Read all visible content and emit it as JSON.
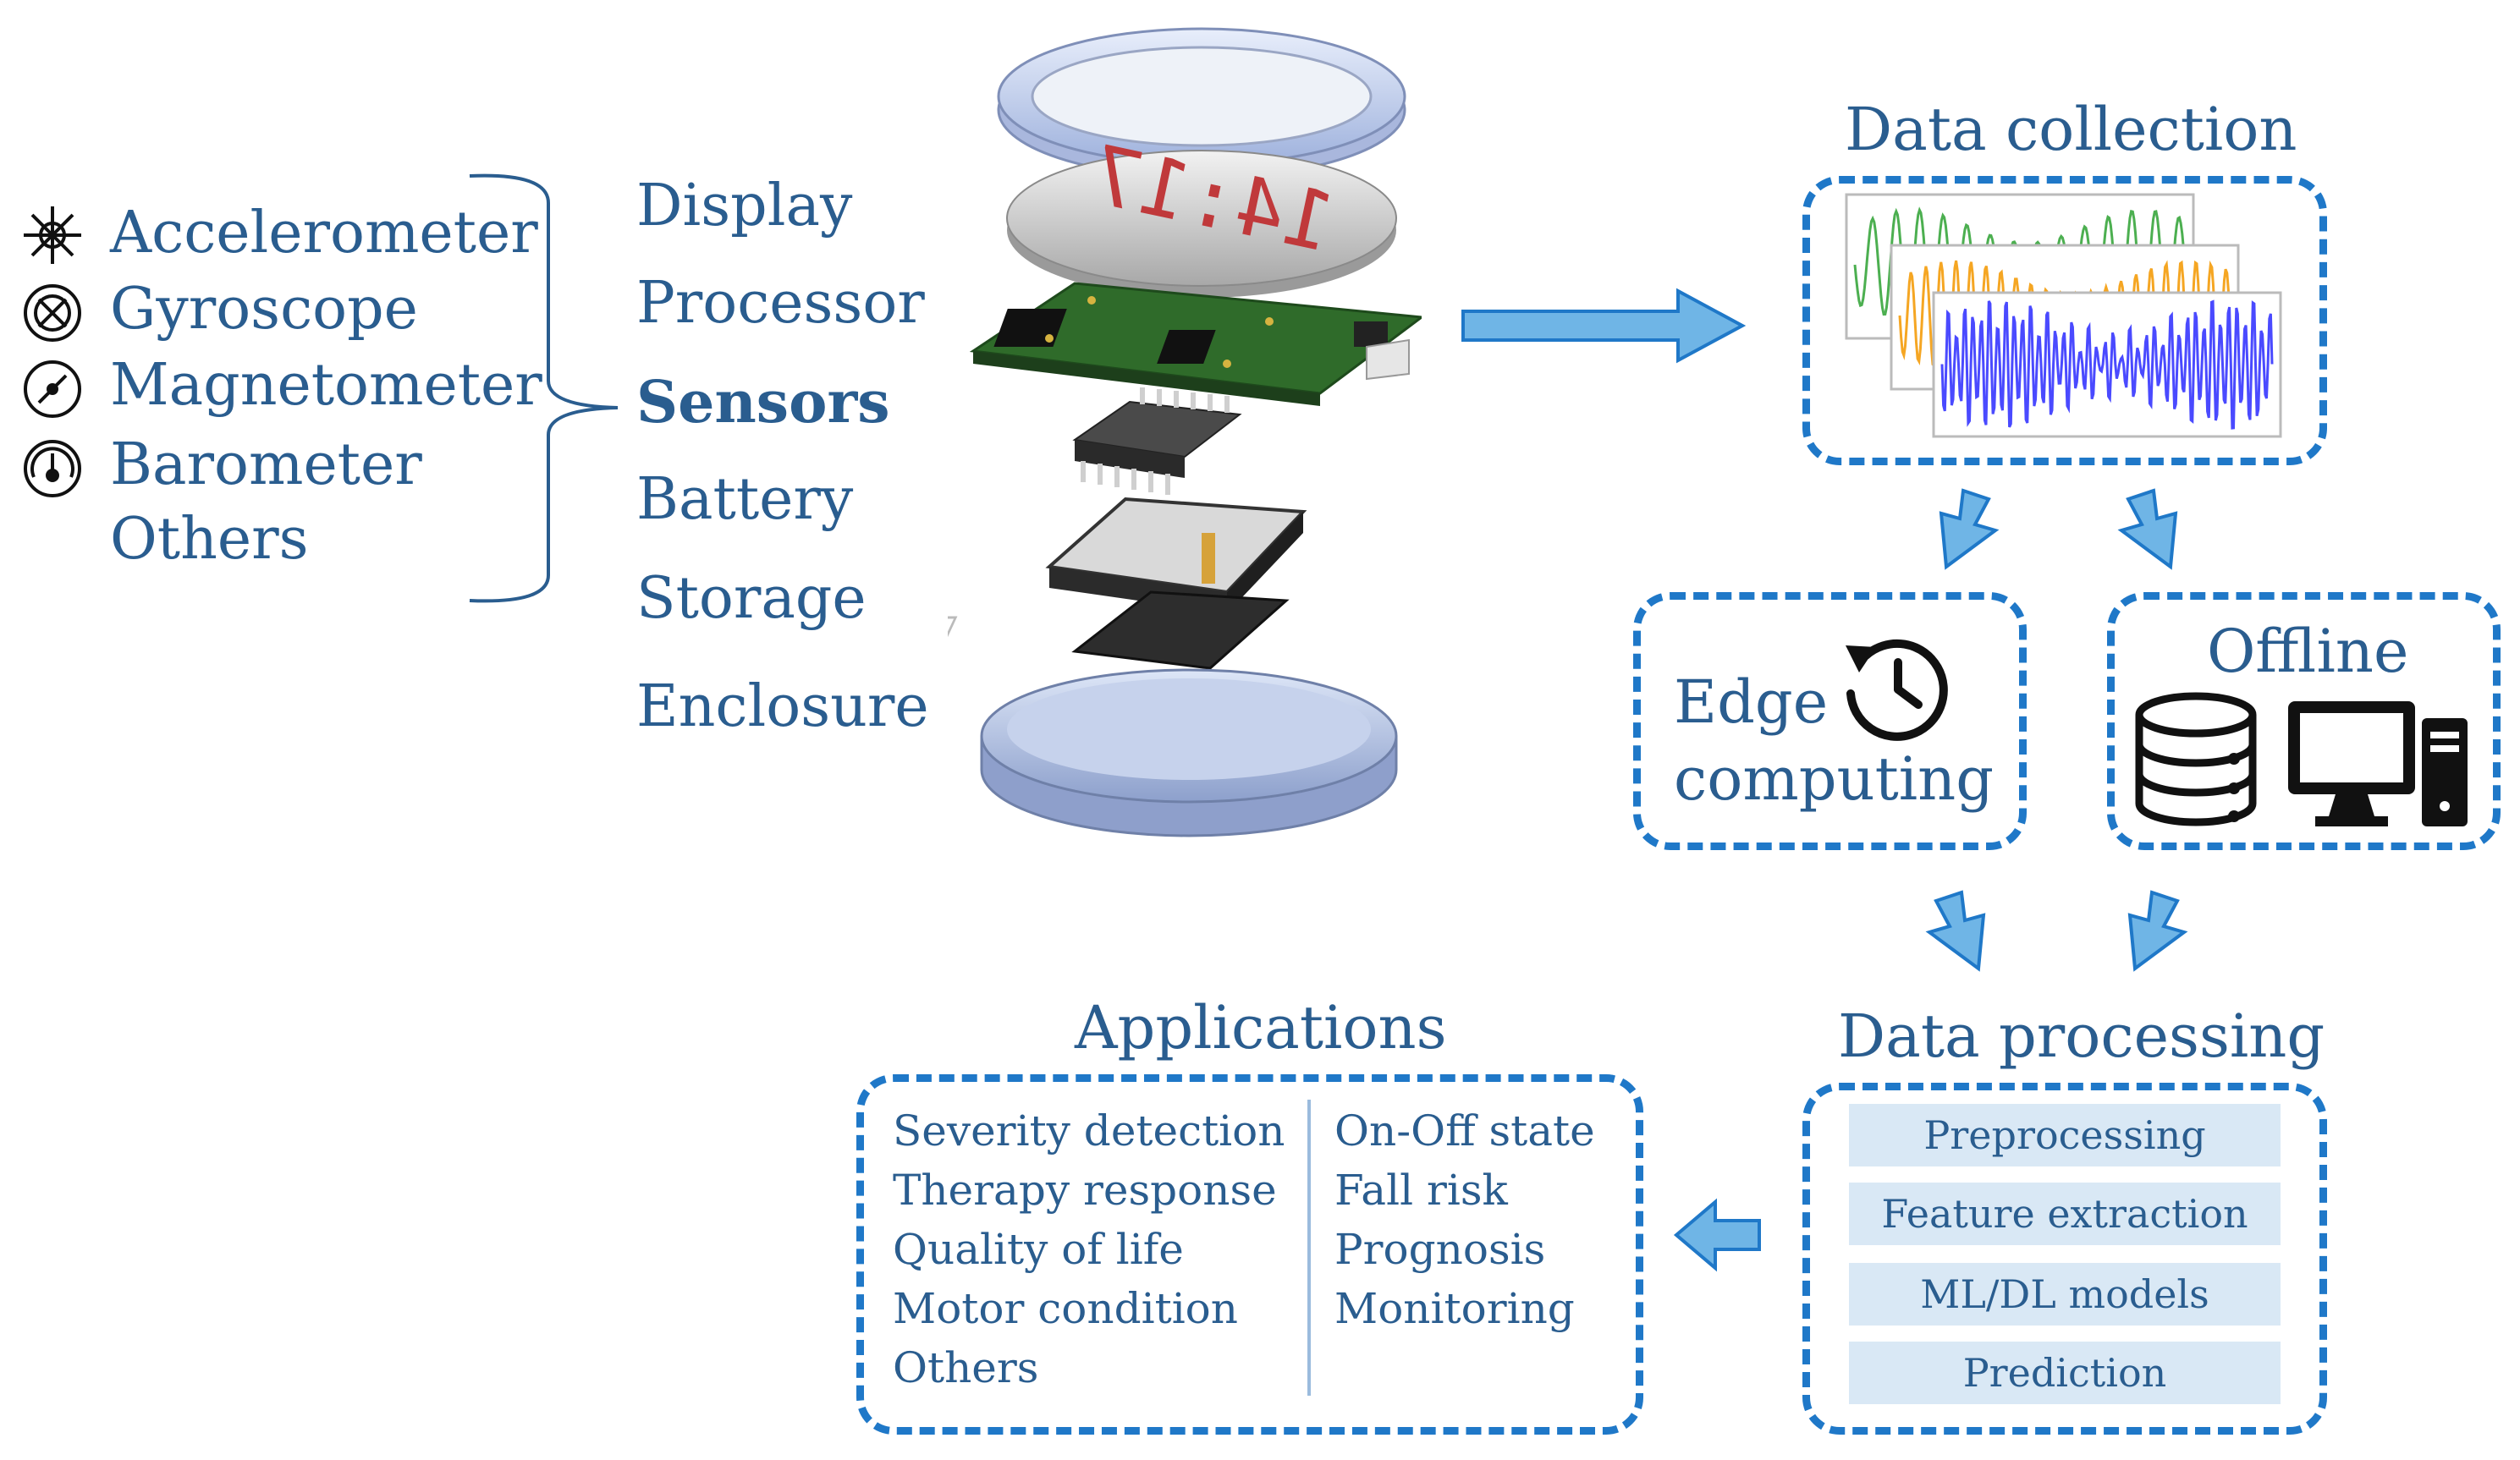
{
  "sensors": {
    "items": [
      {
        "label": "Accelerometer",
        "icon": "accelerometer-icon"
      },
      {
        "label": "Gyroscope",
        "icon": "gyroscope-icon"
      },
      {
        "label": "Magnetometer",
        "icon": "magnetometer-icon"
      },
      {
        "label": "Barometer",
        "icon": "barometer-icon"
      },
      {
        "label": "Others",
        "icon": ""
      }
    ]
  },
  "layers": {
    "items": [
      "Display",
      "Processor",
      "Sensors",
      "Battery",
      "Storage",
      "Enclosure"
    ],
    "emphasized": "Sensors",
    "display_time": "14:17"
  },
  "data_collection": {
    "title": "Data collection"
  },
  "edge": {
    "line1": "Edge",
    "line2": "computing"
  },
  "offline": {
    "title": "Offline"
  },
  "data_processing": {
    "title": "Data processing",
    "steps": [
      "Preprocessing",
      "Feature extraction",
      "ML/DL models",
      "Prediction"
    ]
  },
  "applications": {
    "title": "Applications",
    "left": [
      "Severity detection",
      "Therapy response",
      "Quality of life",
      "Motor condition",
      "Others"
    ],
    "right": [
      "On-Off state",
      "Fall risk",
      "Prognosis",
      "Monitoring"
    ]
  },
  "colors": {
    "text": "#2a5d8f",
    "dash": "#1f78c8",
    "arrow": "#6fb5e6",
    "step_bg": "#d9e8f5",
    "series": [
      "#4caf50",
      "#f5a623",
      "#4a4aff"
    ]
  }
}
